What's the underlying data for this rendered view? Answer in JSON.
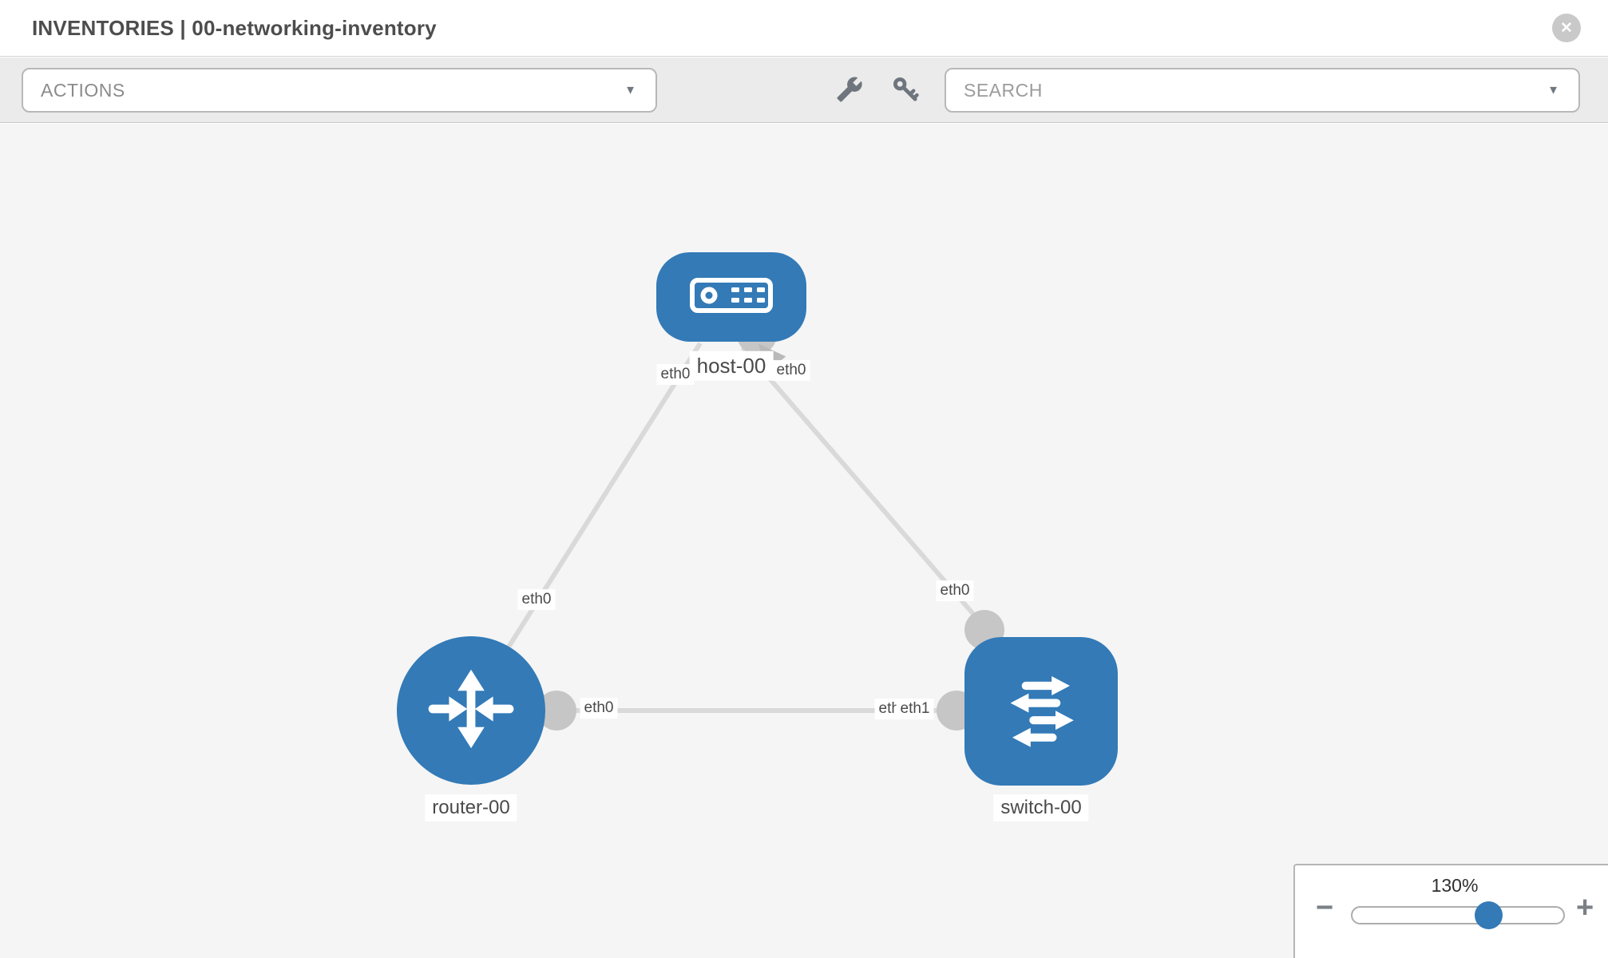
{
  "header": {
    "title": "INVENTORIES | 00-networking-inventory"
  },
  "toolbar": {
    "actions_label": "ACTIONS",
    "search_label": "SEARCH"
  },
  "icons": {
    "close": "✕",
    "caret_down": "▼"
  },
  "topology": {
    "nodes": [
      {
        "id": "host-00",
        "type": "host",
        "label": "host-00"
      },
      {
        "id": "router-00",
        "type": "router",
        "label": "router-00"
      },
      {
        "id": "switch-00",
        "type": "switch",
        "label": "switch-00"
      }
    ],
    "links": [
      {
        "from": "host-00",
        "from_interface": "eth0",
        "to": "router-00",
        "to_interface": "eth0"
      },
      {
        "from": "host-00",
        "from_interface": "eth0",
        "to": "switch-00",
        "to_interface": "eth0"
      },
      {
        "from": "router-00",
        "from_interface": "eth0",
        "to": "switch-00",
        "to_interface": "eth1"
      }
    ],
    "overlapped_label_under": "eth0"
  },
  "zoom_control": {
    "level": "130%",
    "minus": "−",
    "plus": "+"
  },
  "colors": {
    "node_fill": "#337ab7",
    "link": "#d9d9d9",
    "interface_dot": "#c6c6c6",
    "arrowhead": "#b9b9b9",
    "canvas_bg": "#f5f5f5",
    "toolbar_bg": "#ebebeb",
    "zoom_thumb": "#337ab7"
  }
}
